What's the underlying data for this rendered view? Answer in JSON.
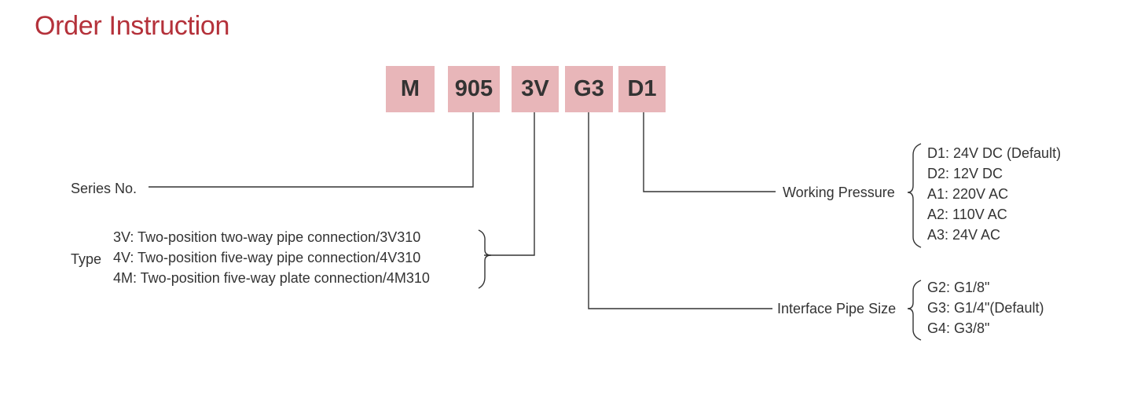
{
  "title": "Order Instruction",
  "colors": {
    "title": "#b4313a",
    "box": "#e8b6b9",
    "text": "#333333",
    "line": "#333333"
  },
  "code_segments": [
    "M",
    "905",
    "3V",
    "G3",
    "D1"
  ],
  "series": {
    "label": "Series No."
  },
  "type": {
    "label": "Type",
    "options": [
      "3V: Two-position two-way pipe connection/3V310",
      "4V: Two-position five-way pipe connection/4V310",
      "4M: Two-position five-way plate connection/4M310"
    ]
  },
  "working_pressure": {
    "label": "Working Pressure",
    "options": [
      "D1: 24V DC (Default)",
      "D2: 12V DC",
      "A1: 220V AC",
      "A2: 110V AC",
      "A3: 24V AC"
    ]
  },
  "pipe_size": {
    "label": "Interface Pipe Size",
    "options": [
      "G2: G1/8\"",
      "G3: G1/4\"(Default)",
      "G4: G3/8\""
    ]
  }
}
